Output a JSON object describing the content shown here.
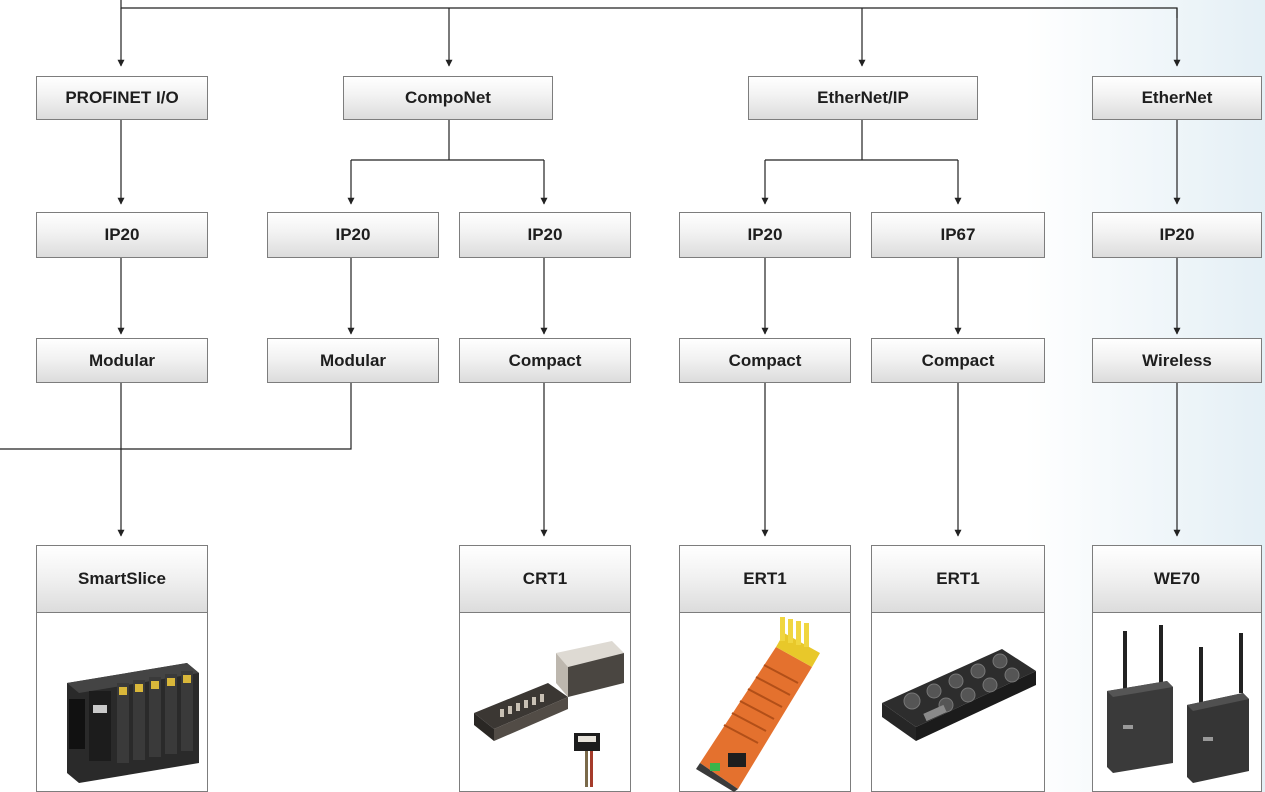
{
  "networks": [
    {
      "label": "PROFINET I/O",
      "branches": [
        {
          "protection": "IP20",
          "format": "Modular"
        }
      ]
    },
    {
      "label": "CompoNet",
      "branches": [
        {
          "protection": "IP20",
          "format": "Modular"
        },
        {
          "protection": "IP20",
          "format": "Compact"
        }
      ]
    },
    {
      "label": "EtherNet/IP",
      "branches": [
        {
          "protection": "IP20",
          "format": "Compact"
        },
        {
          "protection": "IP67",
          "format": "Compact"
        }
      ]
    },
    {
      "label": "EtherNet",
      "branches": [
        {
          "protection": "IP20",
          "format": "Wireless"
        }
      ]
    }
  ],
  "products": [
    {
      "label": "SmartSlice",
      "image": "smartslice-module-photo"
    },
    {
      "label": "CRT1",
      "image": "crt1-terminal-photo"
    },
    {
      "label": "ERT1",
      "image": "ert1-ip20-terminal-photo"
    },
    {
      "label": "ERT1",
      "image": "ert1-ip67-block-photo"
    },
    {
      "label": "WE70",
      "image": "we70-wireless-units-photo"
    }
  ],
  "colors": {
    "line": "#222222",
    "box_border": "#7d7d7d",
    "box_fill_top": "#ffffff",
    "box_fill_bottom": "#dcdcdc",
    "text": "#1e1e1e"
  }
}
